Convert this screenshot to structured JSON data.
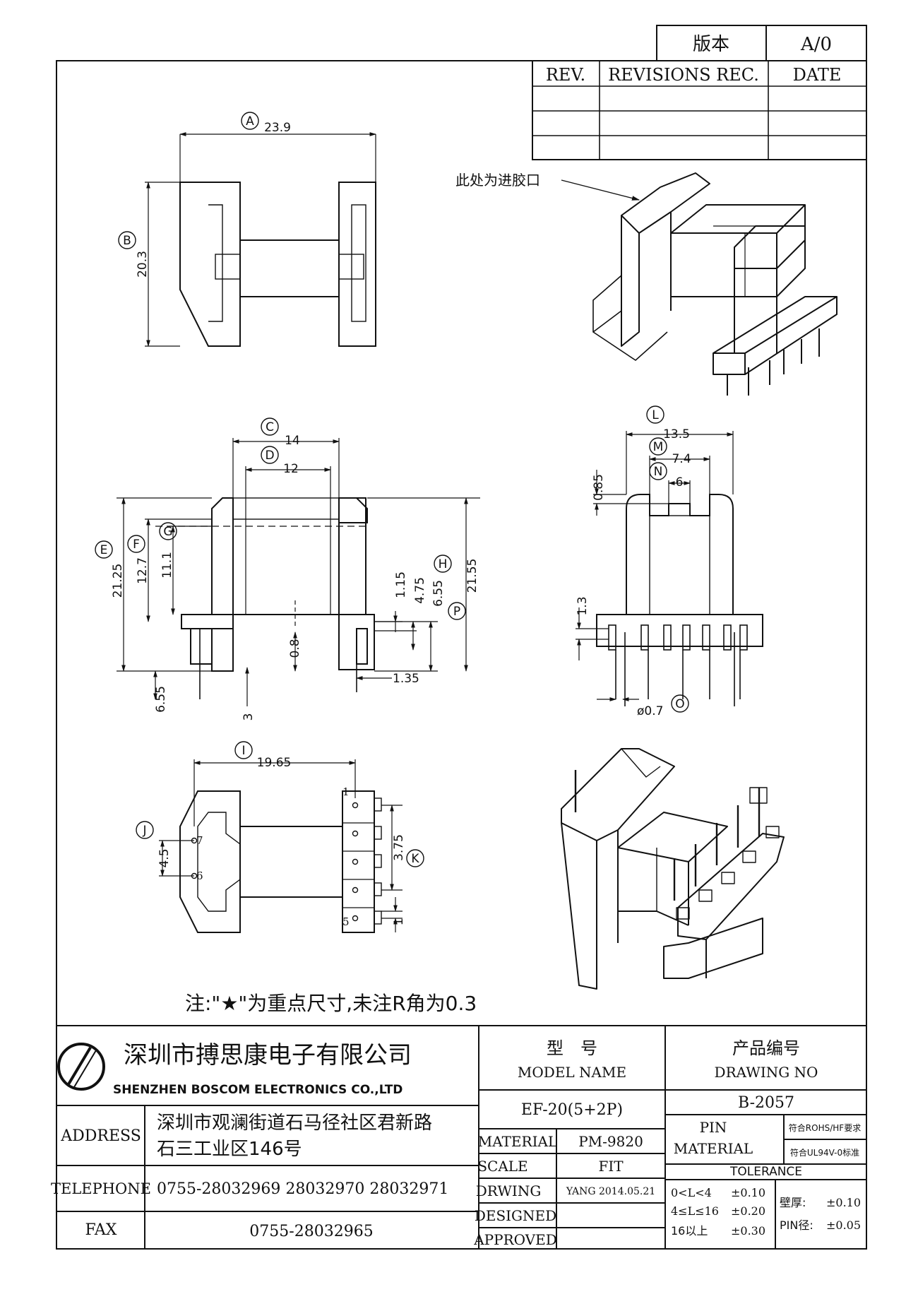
{
  "version_block": {
    "label": "版本",
    "value": "A/0"
  },
  "revision_table": {
    "headers": [
      "REV.",
      "REVISIONS REC.",
      "DATE"
    ]
  },
  "gate_note": "此处为进胶口",
  "dimension_tags": {
    "A": "A",
    "B": "B",
    "C": "C",
    "D": "D",
    "E": "E",
    "F": "F",
    "G": "G",
    "H": "H",
    "I": "I",
    "J": "J",
    "K": "K",
    "L": "L",
    "M": "M",
    "N": "N",
    "O": "O",
    "P": "P"
  },
  "dimensions": {
    "A": "23.9",
    "B": "20.3",
    "C": "14",
    "D": "12",
    "E": "21.25",
    "F": "12.7",
    "G": "11.1",
    "H": "6.55",
    "P": "21.55",
    "d_1_15": "1.15",
    "d_4_75": "4.75",
    "d_0_8": "0.8",
    "d_1_35": "1.35",
    "d_6_55_bottom": "6.55",
    "d_3": "3",
    "L": "13.5",
    "M": "7.4",
    "N": "6",
    "d_0_85": "0.85",
    "d_1_3": "1.3",
    "O": "ø0.7",
    "I": "19.65",
    "J": "4.5",
    "K": "3.75",
    "d_1": "1"
  },
  "pin_numbers": [
    "1",
    "7",
    "6",
    "5"
  ],
  "note": "注:\"★\"为重点尺寸,未注R角为0.3",
  "title_block": {
    "company_cn": "深圳市搏思康电子有限公司",
    "company_en": "SHENZHEN BOSCOM ELECTRONICS CO.,LTD",
    "model_label_cn": "型　号",
    "model_label_en": "MODEL NAME",
    "drawing_label_cn": "产品编号",
    "drawing_label_en": "DRAWING NO",
    "model_value": "EF-20(5+2P)",
    "drawing_value": "B-2057",
    "address_label": "ADDRESS",
    "address_line1": "深圳市观澜街道石马径社区君新路",
    "address_line2": "石三工业区146号",
    "telephone_label": "TELEPHONE",
    "telephone_value": "0755-28032969 28032970 28032971",
    "fax_label": "FAX",
    "fax_value": "0755-28032965",
    "material_label": "MATERIAL",
    "material_value": "PM-9820",
    "scale_label": "SCALE",
    "scale_value": "FIT",
    "drwing_label": "DRWING",
    "drwing_value": "YANG 2014.05.21",
    "designed_label": "DESIGNED",
    "approved_label": "APPROVED",
    "pin_label": "PIN",
    "pin_material_label": "MATERIAL",
    "rohs_note": "符合ROHS/HF要求",
    "ul_note": "符合UL94V-0标准",
    "tolerance_label": "TOLERANCE",
    "tol_rows": [
      {
        "range": "0<L<4",
        "value": "±0.10"
      },
      {
        "range": "4≤L≤16",
        "value": "±0.20"
      },
      {
        "range": "16以上",
        "value": "±0.30"
      }
    ],
    "wall_label": "壁厚:",
    "wall_value": "±0.10",
    "pin_dia_label": "PIN径:",
    "pin_dia_value": "±0.05"
  }
}
